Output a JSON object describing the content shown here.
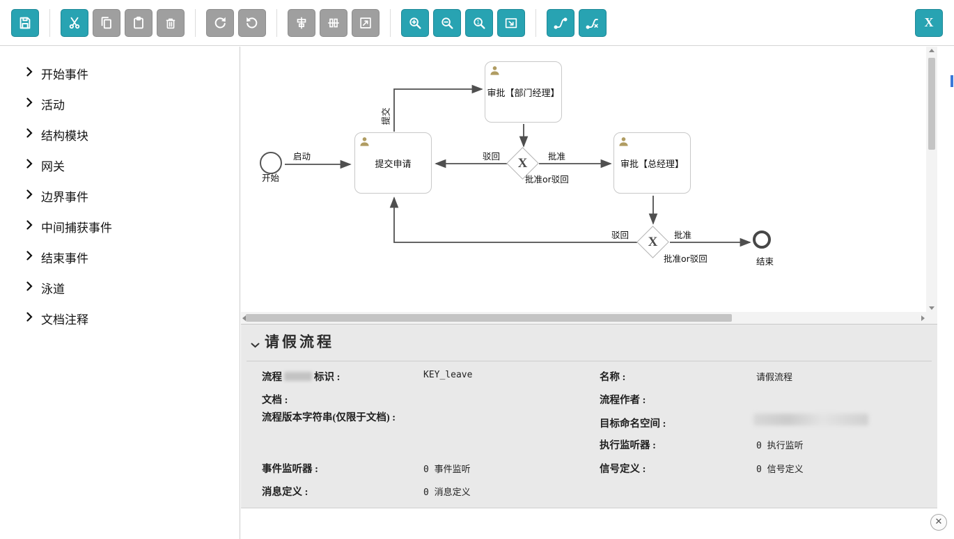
{
  "colors": {
    "accent_teal": "#28a3b2",
    "accent_teal_border": "#1d8897",
    "disabled_gray": "#9f9f9f",
    "panel_bg": "#e9e9e9",
    "wire_color": "#4f4f4f",
    "person_icon": "#b09c62"
  },
  "toolbar": {
    "close_label": "X",
    "buttons": [
      {
        "name": "save",
        "icon": "save-icon",
        "enabled": true
      },
      {
        "name": "cut",
        "icon": "scissors-icon",
        "enabled": true
      },
      {
        "name": "copy",
        "icon": "copy-icon",
        "enabled": false
      },
      {
        "name": "paste",
        "icon": "paste-icon",
        "enabled": false
      },
      {
        "name": "delete",
        "icon": "trash-icon",
        "enabled": false
      },
      {
        "name": "redo",
        "icon": "redo-arrow-icon",
        "enabled": false
      },
      {
        "name": "undo",
        "icon": "undo-arrow-icon",
        "enabled": false
      },
      {
        "name": "align-middle",
        "icon": "align-middle-icon",
        "enabled": false
      },
      {
        "name": "distribute",
        "icon": "distribute-icon",
        "enabled": false
      },
      {
        "name": "same-size",
        "icon": "resize-icon",
        "enabled": false
      },
      {
        "name": "zoom-in",
        "icon": "zoom-in-icon",
        "enabled": true
      },
      {
        "name": "zoom-out",
        "icon": "zoom-out-icon",
        "enabled": true
      },
      {
        "name": "zoom-actual",
        "icon": "zoom-actual-icon",
        "enabled": true
      },
      {
        "name": "zoom-fit",
        "icon": "zoom-fit-icon",
        "enabled": true
      },
      {
        "name": "bendpoint-add",
        "icon": "bendpoint-add-icon",
        "enabled": true
      },
      {
        "name": "bendpoint-remove",
        "icon": "bendpoint-remove-icon",
        "enabled": true
      }
    ]
  },
  "sidebar": {
    "items": [
      "开始事件",
      "活动",
      "结构模块",
      "网关",
      "边界事件",
      "中间捕获事件",
      "结束事件",
      "泳道",
      "文档注释"
    ]
  },
  "diagram": {
    "start_label": "开始",
    "end_label": "结束",
    "tasks": {
      "submit": "提交申请",
      "dept_manager": "审批【部门经理】",
      "general_manager": "审批【总经理】"
    },
    "gateway_mark": "X",
    "flow_labels": {
      "launch": "启动",
      "submit_up": "提交",
      "reject1": "驳回",
      "approve1": "批准",
      "gw1_caption": "批准or驳回",
      "reject2": "驳回",
      "approve2": "批准",
      "gw2_caption": "批准or驳回"
    }
  },
  "properties": {
    "title": "请假流程",
    "fields": {
      "process_key": {
        "label_prefix": "流程",
        "label_suffix": "标识 :",
        "value": "KEY_leave"
      },
      "name": {
        "label": "名称 :",
        "value": "请假流程"
      },
      "documentation": {
        "label": "文档 :",
        "value": ""
      },
      "author": {
        "label": "流程作者 :",
        "value": ""
      },
      "version_string": {
        "label": "流程版本字符串(仅限于文档) :",
        "value": ""
      },
      "namespace": {
        "label": "目标命名空间 :",
        "value": ""
      },
      "execution_listeners": {
        "label": "执行监听器 :",
        "value": "0 执行监听"
      },
      "event_listeners": {
        "label": "事件监听器 :",
        "value": "0 事件监听"
      },
      "signal_definitions": {
        "label": "信号定义 :",
        "value": "0 信号定义"
      },
      "message_definitions": {
        "label": "消息定义 :",
        "value": "0 消息定义"
      }
    }
  },
  "window": {
    "close_glyph": "✕"
  }
}
